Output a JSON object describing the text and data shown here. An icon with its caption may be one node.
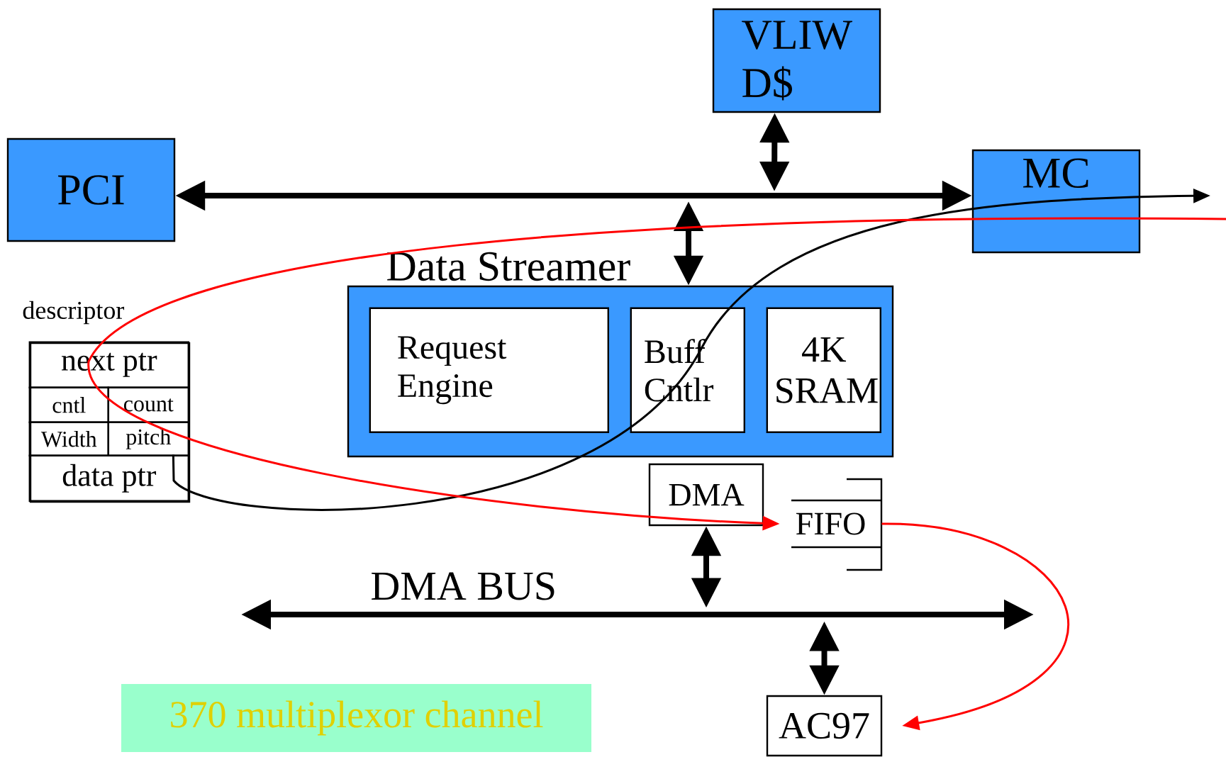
{
  "diagram": {
    "nodes": [
      {
        "text": [
          "VLIW D$"
        ]
      },
      {
        "text": [
          "PCI"
        ]
      },
      {
        "text": [
          "MC"
        ]
      },
      {
        "text": [
          "Data Streamer"
        ]
      },
      {
        "text": [
          "Request Engine"
        ],
        "in": 3
      },
      {
        "text": [
          "Buff Cntlr"
        ],
        "in": 3
      },
      {
        "text": [
          "4K SRAM"
        ],
        "in": 3
      },
      {
        "text": [
          "descriptor"
        ]
      },
      {
        "text": [
          "next ptr"
        ],
        "in": 7
      },
      {
        "text": [
          "cntl"
        ],
        "in": 7
      },
      {
        "text": [
          "count"
        ],
        "in": 7
      },
      {
        "text": [
          "Width"
        ],
        "in": 7
      },
      {
        "text": [
          "pitch"
        ],
        "in": 7
      },
      {
        "text": [
          "data ptr"
        ],
        "in": 7
      },
      {
        "text": [
          "DMA"
        ]
      },
      {
        "text": [
          "FIFO"
        ]
      },
      {
        "text": [
          "AC97"
        ]
      },
      {
        "text": [
          "DMA BUS"
        ]
      },
      {
        "text": [
          "370 multiplexor channel"
        ]
      }
    ],
    "edges": [
      {
        "from": 1,
        "to": 2,
        "arrow": "both"
      },
      {
        "from": 0,
        "to": null,
        "arrow": "both"
      },
      {
        "from": 3,
        "to": null,
        "arrow": "both"
      },
      {
        "from": 14,
        "to": 17,
        "arrow": "both"
      },
      {
        "from": 16,
        "to": 17,
        "arrow": "both"
      },
      {
        "from": 13,
        "to": null,
        "arrow": "to"
      },
      {
        "from": null,
        "to": 15,
        "arrow": "to",
        "color": "#ff0000"
      },
      {
        "from": 15,
        "to": 16,
        "arrow": "to",
        "color": "#ff0000"
      }
    ]
  }
}
